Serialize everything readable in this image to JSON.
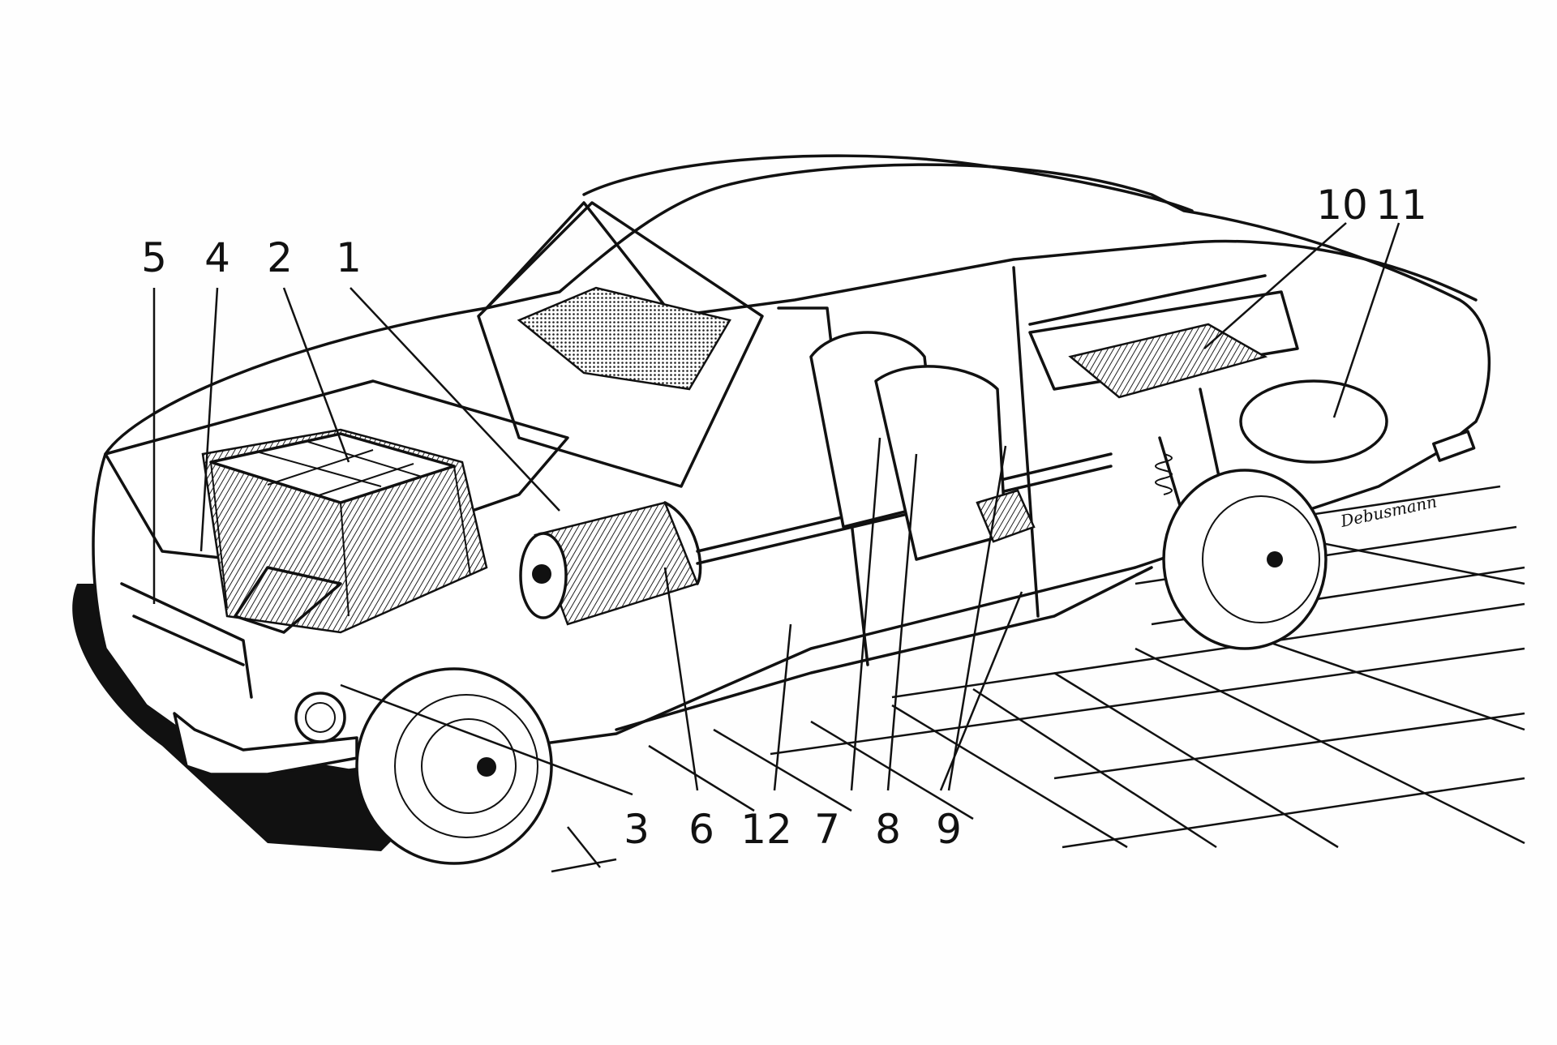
{
  "diagram": {
    "colors": {
      "ink": "#111111",
      "paper": "#ffffff"
    },
    "callouts": [
      {
        "label": "1"
      },
      {
        "label": "2"
      },
      {
        "label": "3"
      },
      {
        "label": "4"
      },
      {
        "label": "5"
      },
      {
        "label": "6"
      },
      {
        "label": "7"
      },
      {
        "label": "8"
      },
      {
        "label": "9"
      },
      {
        "label": "10"
      },
      {
        "label": "11"
      },
      {
        "label": "12"
      }
    ],
    "signature": "Debusmann"
  }
}
